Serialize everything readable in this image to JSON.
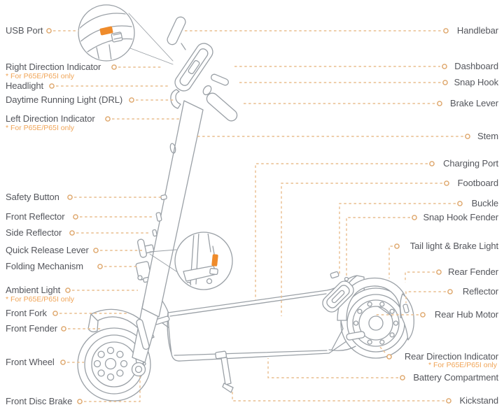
{
  "title": "KickScooter parts diagram",
  "colors": {
    "label_text": "#54565c",
    "note_text": "#f0a456",
    "leader_line": "#e9bd8d",
    "marker_ring": "#dda467",
    "highlight_orange": "#ef8b2b",
    "line_art": "#9aa0a6"
  },
  "labels": {
    "left": [
      {
        "id": "usb-port",
        "text": "USB Port"
      },
      {
        "id": "right-direction-indicator",
        "text": "Right Direction Indicator",
        "note": "* For P65E/P65I only"
      },
      {
        "id": "headlight",
        "text": "Headlight"
      },
      {
        "id": "daytime-running-light",
        "text": "Daytime Running Light (DRL)"
      },
      {
        "id": "left-direction-indicator",
        "text": "Left Direction Indicator",
        "note": "* For P65E/P65I only"
      },
      {
        "id": "safety-button",
        "text": "Safety Button"
      },
      {
        "id": "front-reflector",
        "text": "Front Reflector"
      },
      {
        "id": "side-reflector",
        "text": "Side Reflector"
      },
      {
        "id": "quick-release-lever",
        "text": "Quick Release Lever"
      },
      {
        "id": "folding-mechanism",
        "text": "Folding Mechanism"
      },
      {
        "id": "ambient-light",
        "text": "Ambient Light",
        "note": "* For P65E/P65I only"
      },
      {
        "id": "front-fork",
        "text": "Front Fork"
      },
      {
        "id": "front-fender",
        "text": "Front Fender"
      },
      {
        "id": "front-wheel",
        "text": "Front Wheel"
      },
      {
        "id": "front-disc-brake",
        "text": "Front Disc Brake"
      }
    ],
    "right": [
      {
        "id": "handlebar",
        "text": "Handlebar"
      },
      {
        "id": "dashboard",
        "text": "Dashboard"
      },
      {
        "id": "snap-hook",
        "text": "Snap Hook"
      },
      {
        "id": "brake-lever",
        "text": "Brake Lever"
      },
      {
        "id": "stem",
        "text": "Stem"
      },
      {
        "id": "charging-port",
        "text": "Charging Port"
      },
      {
        "id": "footboard",
        "text": "Footboard"
      },
      {
        "id": "buckle",
        "text": "Buckle"
      },
      {
        "id": "snap-hook-fender",
        "text": "Snap Hook Fender"
      },
      {
        "id": "tail-light-brake-light",
        "text": "Tail light & Brake Light"
      },
      {
        "id": "rear-fender",
        "text": "Rear Fender"
      },
      {
        "id": "reflector",
        "text": "Reflector"
      },
      {
        "id": "rear-hub-motor",
        "text": "Rear Hub Motor"
      },
      {
        "id": "rear-direction-indicator",
        "text": "Rear Direction Indicator",
        "note": "* For P65E/P65I only"
      },
      {
        "id": "battery-compartment",
        "text": "Battery Compartment"
      },
      {
        "id": "kickstand",
        "text": "Kickstand"
      }
    ]
  }
}
